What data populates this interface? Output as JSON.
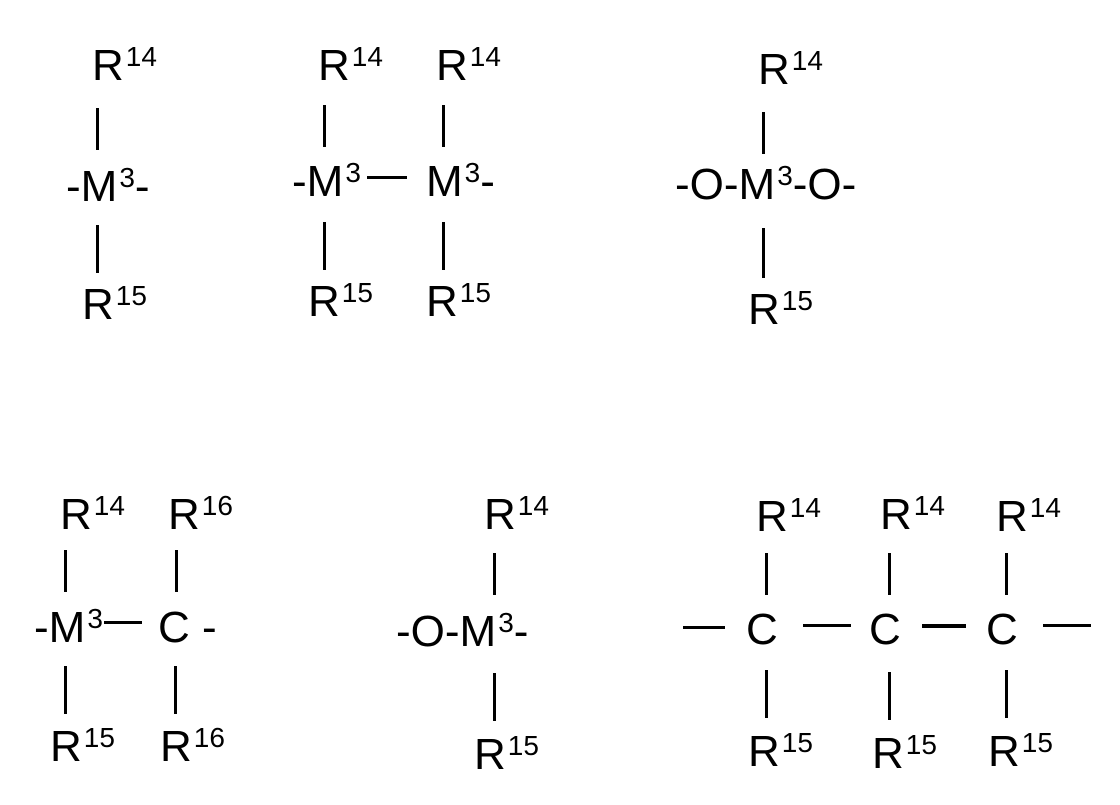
{
  "figure": {
    "structures": [
      {
        "id": "s1",
        "top": {
          "atom": "R",
          "sub": "14"
        },
        "center": {
          "pre": "-",
          "atom": "M",
          "sup": "3",
          "post": "-"
        },
        "bottom": {
          "atom": "R",
          "sub": "15"
        }
      },
      {
        "id": "s2",
        "left": {
          "top": {
            "atom": "R",
            "sub": "14"
          },
          "center": {
            "pre": "-",
            "atom": "M",
            "sup": "3"
          },
          "bottom": {
            "atom": "R",
            "sub": "15"
          }
        },
        "right": {
          "top": {
            "atom": "R",
            "sub": "14"
          },
          "center": {
            "atom": "M",
            "sup": "3",
            "post": "-"
          },
          "bottom": {
            "atom": "R",
            "sub": "15"
          }
        }
      },
      {
        "id": "s3",
        "top": {
          "atom": "R",
          "sub": "14"
        },
        "center": {
          "pre": "-O-",
          "atom": "M",
          "sup": "3",
          "post": "-O-"
        },
        "bottom": {
          "atom": "R",
          "sub": "15"
        }
      },
      {
        "id": "s4",
        "left": {
          "top": {
            "atom": "R",
            "sub": "14"
          },
          "center": {
            "pre": "-",
            "atom": "M",
            "sup": "3"
          },
          "bottom": {
            "atom": "R",
            "sub": "15"
          }
        },
        "right": {
          "top": {
            "atom": "R",
            "sub": "16"
          },
          "center": {
            "atom": "C",
            "post": " -"
          },
          "bottom": {
            "atom": "R",
            "sub": "16"
          }
        }
      },
      {
        "id": "s5",
        "top": {
          "atom": "R",
          "sub": "14"
        },
        "center": {
          "pre": "-O-",
          "atom": "M",
          "sup": "3",
          "post": "-"
        },
        "bottom": {
          "atom": "R",
          "sub": "15"
        }
      },
      {
        "id": "s6",
        "units": [
          {
            "top": {
              "atom": "R",
              "sub": "14"
            },
            "center": {
              "atom": "C"
            },
            "bottom": {
              "atom": "R",
              "sub": "15"
            }
          },
          {
            "top": {
              "atom": "R",
              "sub": "14"
            },
            "center": {
              "atom": "C"
            },
            "bottom": {
              "atom": "R",
              "sub": "15"
            }
          },
          {
            "top": {
              "atom": "R",
              "sub": "14"
            },
            "center": {
              "atom": "C"
            },
            "bottom": {
              "atom": "R",
              "sub": "15"
            }
          }
        ]
      }
    ]
  }
}
